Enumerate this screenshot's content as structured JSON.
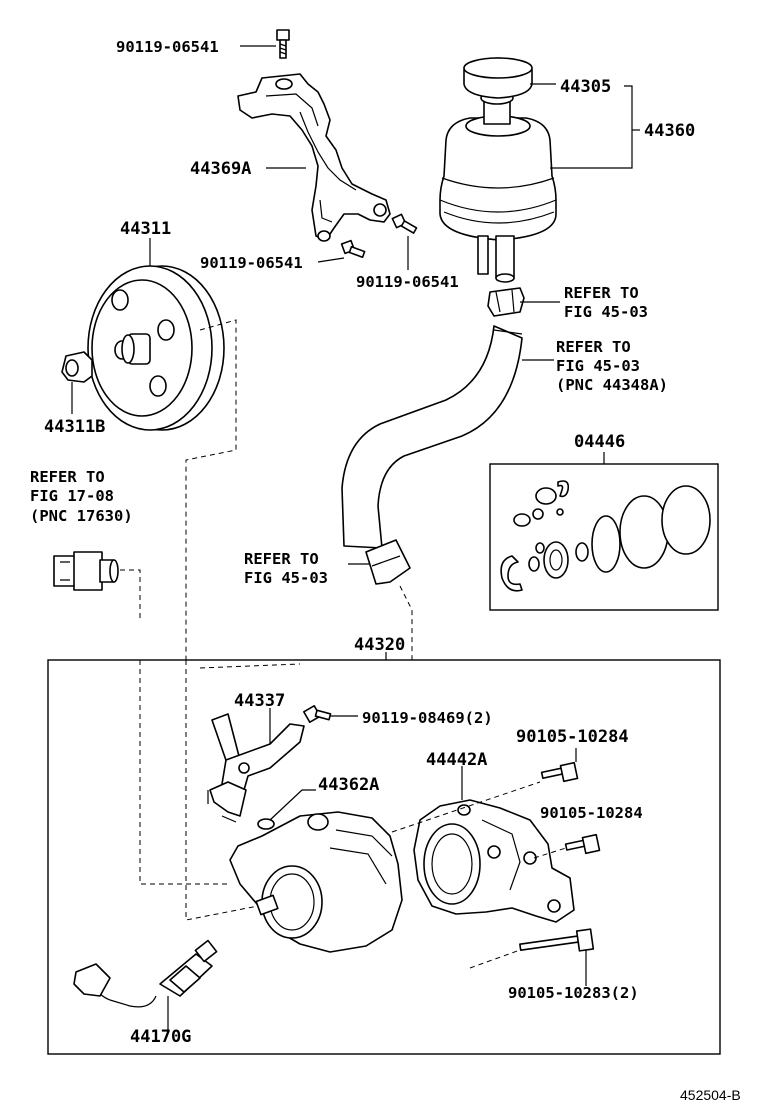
{
  "labels": {
    "bolt_top": "90119-06541",
    "bracket": "44369A",
    "bolt_mid_left": "90119-06541",
    "bolt_mid_right": "90119-06541",
    "cap": "44305",
    "reservoir": "44360",
    "pulley": "44311",
    "pulley_nut": "44311B",
    "refer_clamp": [
      "REFER TO",
      "FIG 45-03"
    ],
    "refer_hose": [
      "REFER TO",
      "FIG 45-03",
      "(PNC 44348A)"
    ],
    "kit": "04446",
    "refer_switch": [
      "REFER TO",
      "FIG 17-08",
      "(PNC 17630)"
    ],
    "refer_lower_clamp": [
      "REFER TO",
      "FIG 45-03"
    ],
    "pump_assy": "44320",
    "union": "44337",
    "union_bolt": "90119-08469(2)",
    "o_ring": "44362A",
    "housing": "44442A",
    "bolt_upper": "90105-10284",
    "bolt_middle": "90105-10284",
    "bolt_long": "90105-10283(2)",
    "sensor": "44170G",
    "figure_id": "452504-B"
  }
}
